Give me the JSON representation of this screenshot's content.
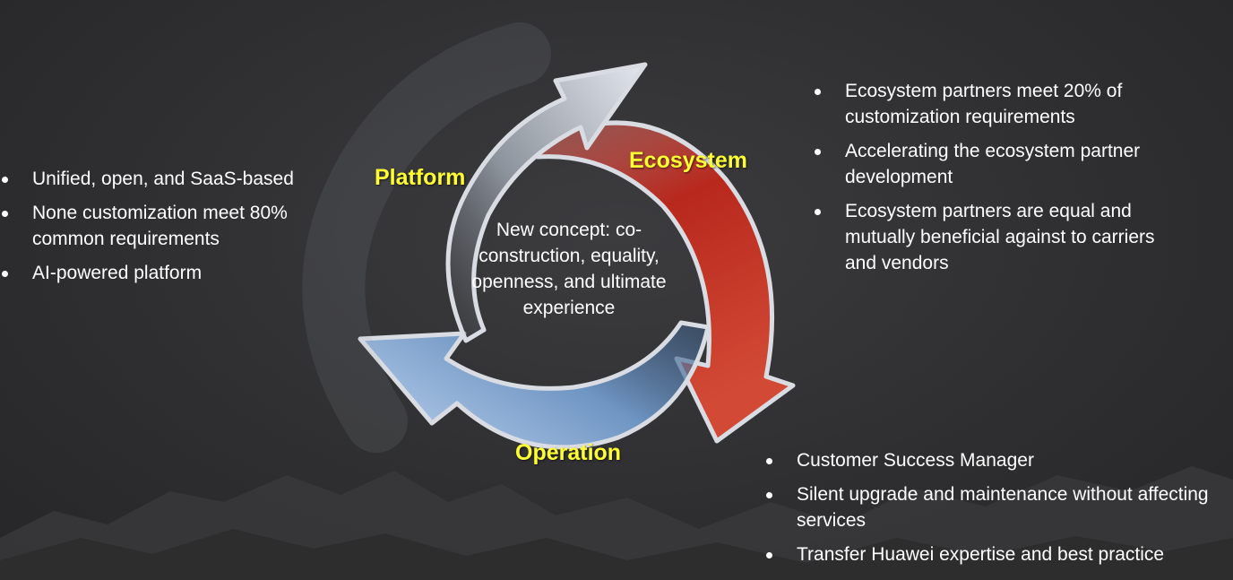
{
  "diagram": {
    "center_text": "New concept: co-construction, equality, openness, and ultimate experience",
    "segments": {
      "platform": "Platform",
      "ecosystem": "Ecosystem",
      "operation": "Operation"
    },
    "colors": {
      "label": "#ffff33",
      "platform_arrow": "#c9ced6",
      "ecosystem_arrow": "#c8392b",
      "operation_arrow": "#7fa3cf"
    }
  },
  "platform_points": [
    "Unified, open, and SaaS-based",
    "None customization meet 80% common requirements",
    "AI-powered platform"
  ],
  "ecosystem_points": [
    "Ecosystem partners meet 20% of customization requirements",
    "Accelerating the ecosystem partner development",
    "Ecosystem partners are equal and mutually beneficial against to carriers and vendors"
  ],
  "operation_points": [
    "Customer Success Manager",
    "Silent upgrade and maintenance without affecting services",
    "Transfer Huawei expertise and best practice"
  ]
}
